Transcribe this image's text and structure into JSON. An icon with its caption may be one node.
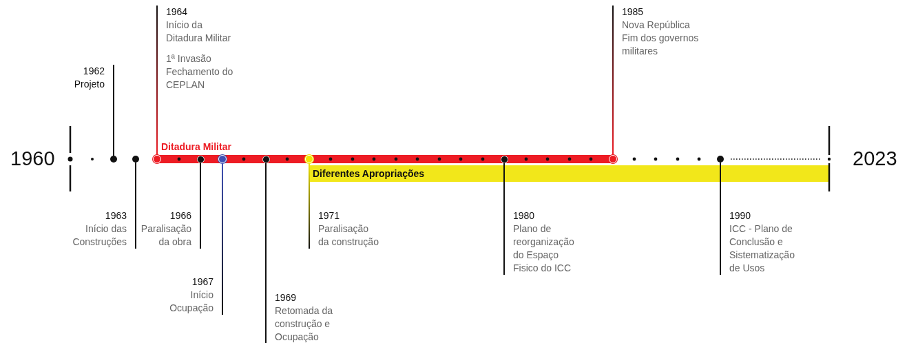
{
  "diagram": {
    "nodes": [
      {
        "text": [
          "Ditadura Militar"
        ]
      },
      {
        "text": [
          "Diferentes Apropriações"
        ]
      },
      {
        "text": [
          "1962",
          "Projeto"
        ]
      },
      {
        "text": [
          "1963",
          "Início das Construções"
        ]
      },
      {
        "text": [
          "1964",
          "Início da Ditadura Militar",
          "1ª Invasão Fechamento do CEPLAN"
        ]
      },
      {
        "text": [
          "1966",
          "Paralisação da obra"
        ]
      },
      {
        "text": [
          "1967",
          "Início Ocupação"
        ]
      },
      {
        "text": [
          "1969",
          "Retomada da construção e Ocupação"
        ]
      },
      {
        "text": [
          "1971",
          "Paralisação da construção"
        ]
      },
      {
        "text": [
          "1980",
          "Plano de reorganização do Espaço Fisico do ICC"
        ]
      },
      {
        "text": [
          "1985",
          "Nova República Fim dos governos militares"
        ]
      },
      {
        "text": [
          "1990",
          "ICC - Plano de Conclusão e Sistematização de Usos"
        ]
      },
      {
        "text": [],
        "shape": "circle"
      },
      {
        "text": [],
        "shape": "circle"
      },
      {
        "text": [],
        "shape": "circle"
      },
      {
        "text": [],
        "shape": "circle",
        "in": 0
      },
      {
        "text": [],
        "shape": "circle",
        "in": 0
      },
      {
        "text": [],
        "shape": "circle",
        "in": 0
      },
      {
        "text": [],
        "shape": "circle",
        "in": 0
      },
      {
        "text": [],
        "shape": "circle",
        "in": 0
      },
      {
        "text": [],
        "shape": "circle"
      },
      {
        "text": [],
        "shape": "circle"
      }
    ],
    "edges": [
      {
        "from": 2,
        "to": 12,
        "arrow": "none"
      },
      {
        "from": 3,
        "to": 13,
        "arrow": "none"
      },
      {
        "from": 4,
        "to": 14,
        "arrow": "none",
        "color": "#ed1c24"
      },
      {
        "from": 5,
        "to": 15,
        "arrow": "none"
      },
      {
        "from": 6,
        "to": 16,
        "arrow": "none",
        "color": "#3f51b5"
      },
      {
        "from": 7,
        "to": 17,
        "arrow": "none"
      },
      {
        "from": 8,
        "to": 18,
        "arrow": "none",
        "color": "#f2e400"
      },
      {
        "from": 9,
        "to": 19,
        "arrow": "none"
      },
      {
        "from": 10,
        "to": 20,
        "arrow": "none",
        "color": "#ed1c24"
      },
      {
        "from": 11,
        "to": 21,
        "arrow": "none"
      }
    ],
    "labels": [
      "1960",
      "2023"
    ]
  }
}
